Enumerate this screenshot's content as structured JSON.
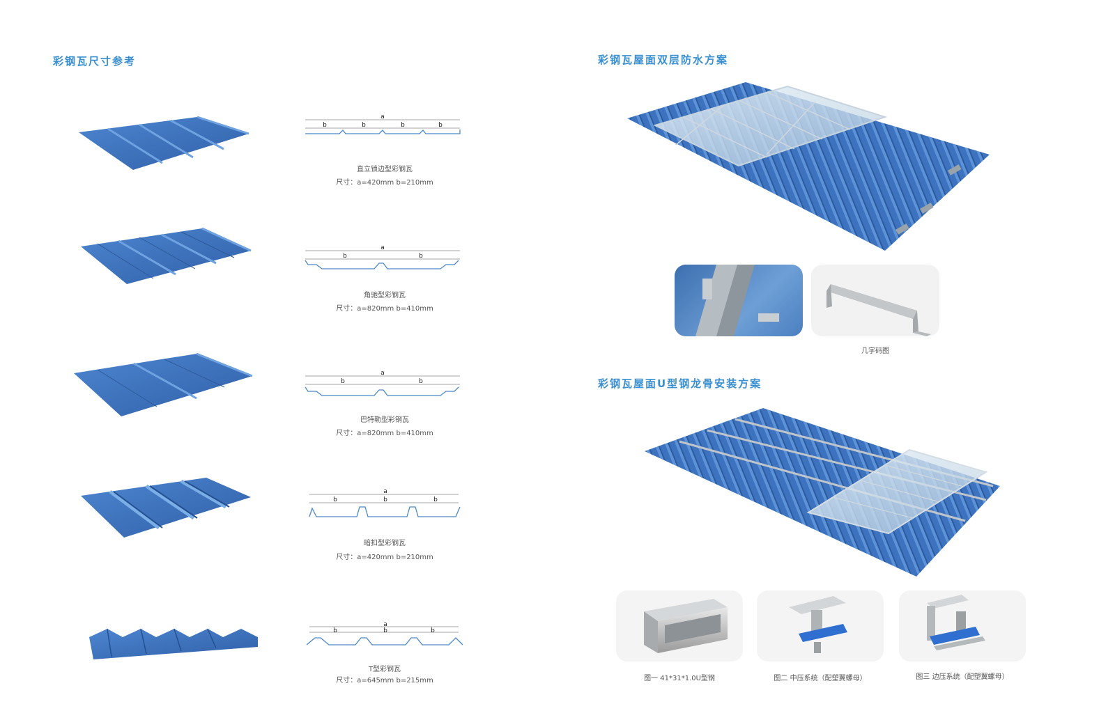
{
  "left": {
    "heading": "彩钢瓦尺寸参考",
    "profiles": [
      {
        "name": "直立锁边型彩钢瓦",
        "size": "尺寸：a=420mm  b=210mm",
        "a": "a",
        "b": [
          "b",
          "b",
          "b",
          "b"
        ]
      },
      {
        "name": "角驰型彩钢瓦",
        "size": "尺寸：a=820mm  b=410mm",
        "a": "a",
        "b": [
          "b",
          "b"
        ]
      },
      {
        "name": "巴特勒型彩钢瓦",
        "size": "尺寸：a=820mm  b=410mm",
        "a": "a",
        "b": [
          "b",
          "b"
        ]
      },
      {
        "name": "暗扣型彩钢瓦",
        "size": "尺寸：a=420mm  b=210mm",
        "a": "a",
        "b": [
          "b",
          "b",
          "b"
        ]
      },
      {
        "name": "T型彩钢瓦",
        "size": "尺寸：a=645mm  b=215mm",
        "a": "a",
        "b": [
          "b",
          "b",
          "b"
        ]
      }
    ]
  },
  "right": {
    "heading1": "彩钢瓦屋面双层防水方案",
    "bracket_caption": "几字码图",
    "heading2": "彩钢瓦屋面U型钢龙骨安装方案",
    "parts": [
      {
        "caption": "图一  41*31*1.0U型钢"
      },
      {
        "caption": "图二  中压系统（配塑翼螺母）"
      },
      {
        "caption": "图三  边压系统（配塑翼螺母）"
      }
    ]
  },
  "colors": {
    "roof_blue": "#3f74be",
    "heading_blue": "#3a8fd0",
    "line_blue": "#4a86c8"
  }
}
